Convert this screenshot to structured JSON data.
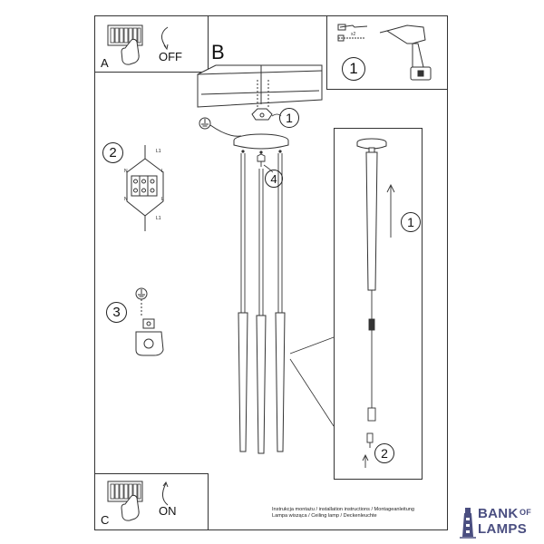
{
  "panels": {
    "a": {
      "letter": "A",
      "switch_label": "OFF"
    },
    "b": {
      "letter": "B"
    },
    "c": {
      "letter": "C",
      "switch_label": "ON"
    }
  },
  "steps": {
    "one": "1",
    "two": "2",
    "three": "3",
    "four": "4"
  },
  "wiring": {
    "l1_top": "L1",
    "l1_bottom": "L1",
    "n_top": "N",
    "n_bottom": "N",
    "l_top": "L",
    "l_bottom": "L"
  },
  "tools": {
    "quantity": "x2"
  },
  "caption": {
    "line1": "Instrukcja montażu / installation instructions / Montageanleitung",
    "line2": "Lampa wisząca / Ceiling lamp / Deckenleuchte"
  },
  "logo": {
    "word1": "BANK",
    "word2": "OF",
    "word3": "LAMPS",
    "color": "#4a4e80"
  }
}
